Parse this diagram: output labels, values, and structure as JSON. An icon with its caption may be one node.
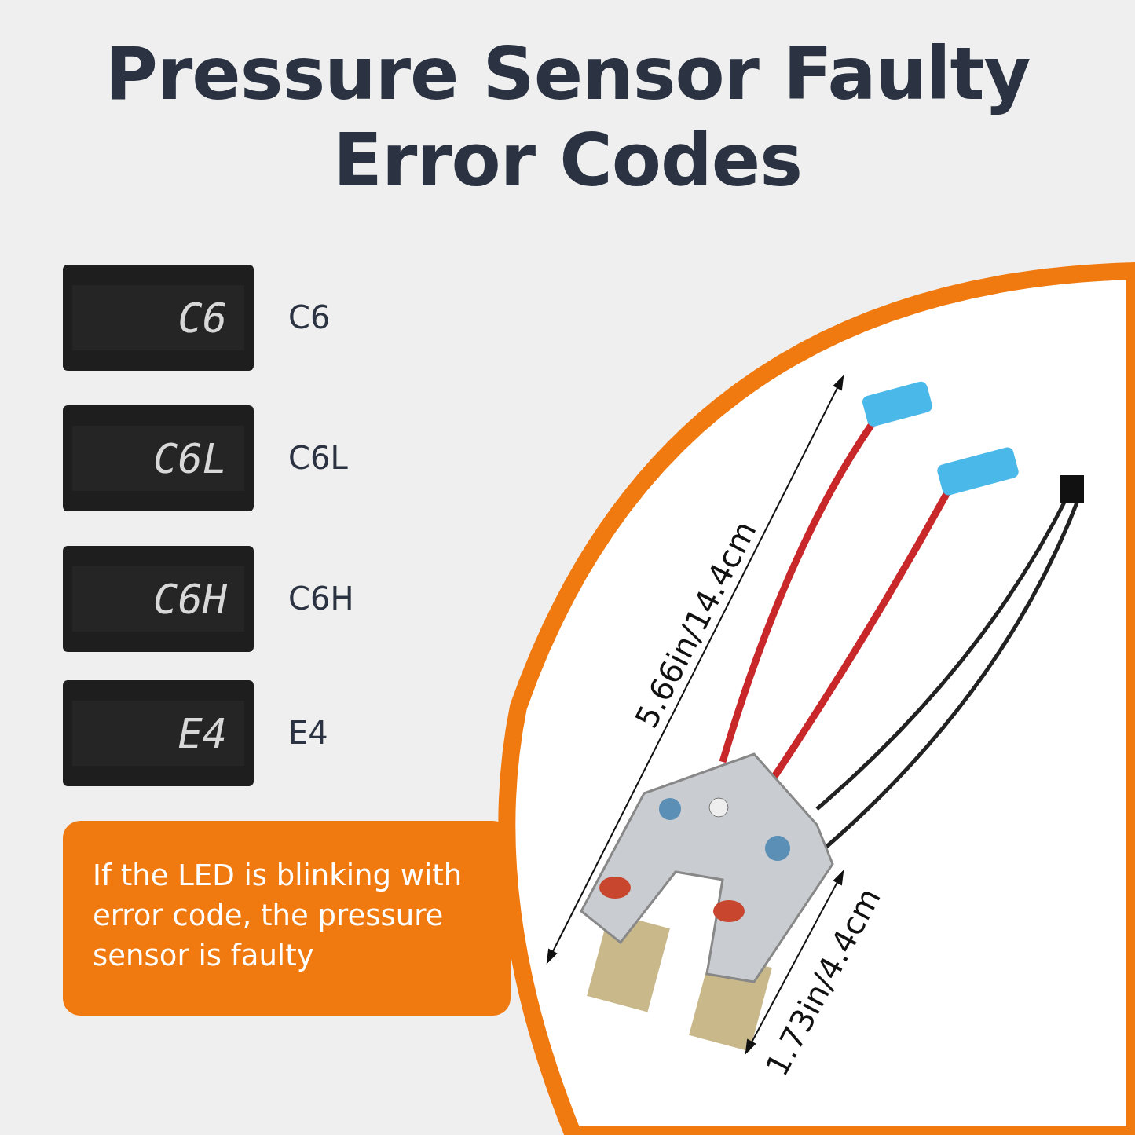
{
  "diagram": {
    "title": "Pressure Sensor Faulty Error Codes",
    "nodes": [
      {
        "text": [
          "C6"
        ],
        "beside": [
          "C6"
        ]
      },
      {
        "text": [
          "C6L"
        ],
        "beside": [
          "C6L"
        ]
      },
      {
        "text": [
          "C6H"
        ],
        "beside": [
          "C6H"
        ]
      },
      {
        "text": [
          "E4"
        ],
        "beside": [
          "E4"
        ]
      },
      {
        "text": [
          "If the LED is blinking with error code, the pressure sensor is faulty"
        ]
      }
    ],
    "edges": [],
    "labels": [
      "5.66in/14.4cm",
      "1.73in/4.4cm"
    ]
  }
}
